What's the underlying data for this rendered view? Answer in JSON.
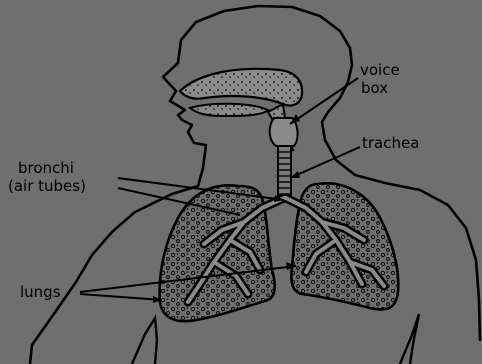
{
  "labels": {
    "voice_box_line1": "voice",
    "voice_box_line2": "box",
    "trachea": "trachea",
    "bronchi_line1": "bronchi",
    "bronchi_line2": "(air tubes)",
    "lungs": "lungs"
  },
  "colors": {
    "background": "#6f6f6f",
    "ink": "#000000",
    "texture": "#8a8a8a"
  }
}
